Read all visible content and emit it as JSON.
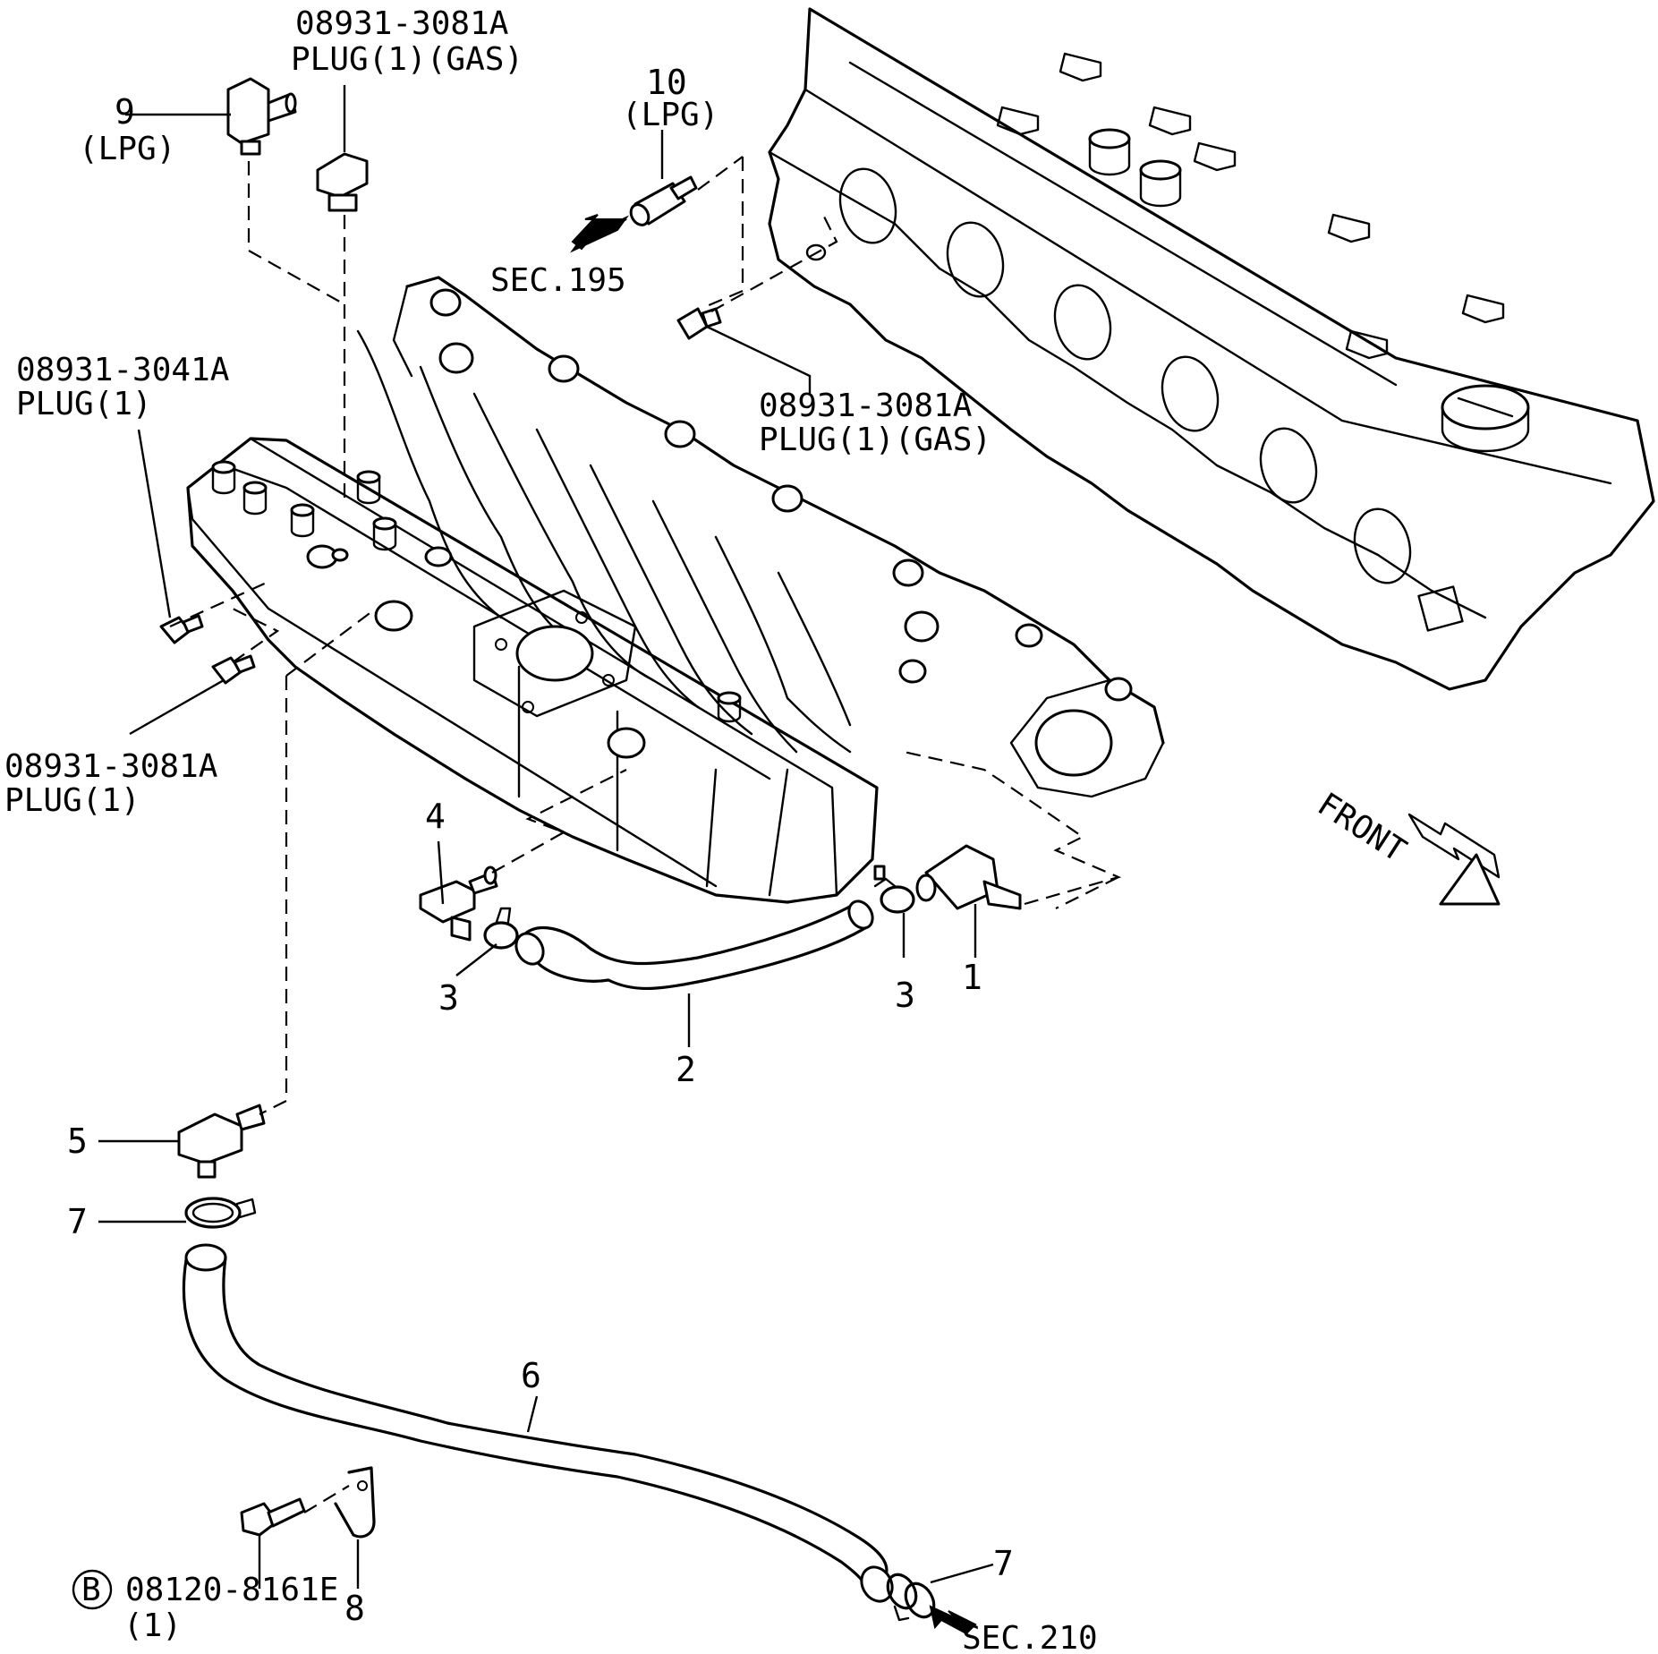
{
  "callouts": {
    "c1": "1",
    "c2": "2",
    "c3a": "3",
    "c3b": "3",
    "c4": "4",
    "c5": "5",
    "c6": "6",
    "c7a": "7",
    "c7b": "7",
    "c8": "8",
    "c9": "9",
    "c10": "10"
  },
  "labels": {
    "plug_top_part": "08931-3081A",
    "plug_top_desc": "PLUG(1)(GAS)",
    "lpg9": "(LPG)",
    "lpg10": "(LPG)",
    "sec195": "SEC.195",
    "plug_right_part": "08931-3081A",
    "plug_right_desc": "PLUG(1)(GAS)",
    "plug_left_part": "08931-3041A",
    "plug_left_desc": "PLUG(1)",
    "plug_lower_part": "08931-3081A",
    "plug_lower_desc": "PLUG(1)",
    "front": "FRONT",
    "bolt_circle": "B",
    "bolt_part": "08120-8161E",
    "bolt_qty": "(1)",
    "sec210": "SEC.210"
  }
}
